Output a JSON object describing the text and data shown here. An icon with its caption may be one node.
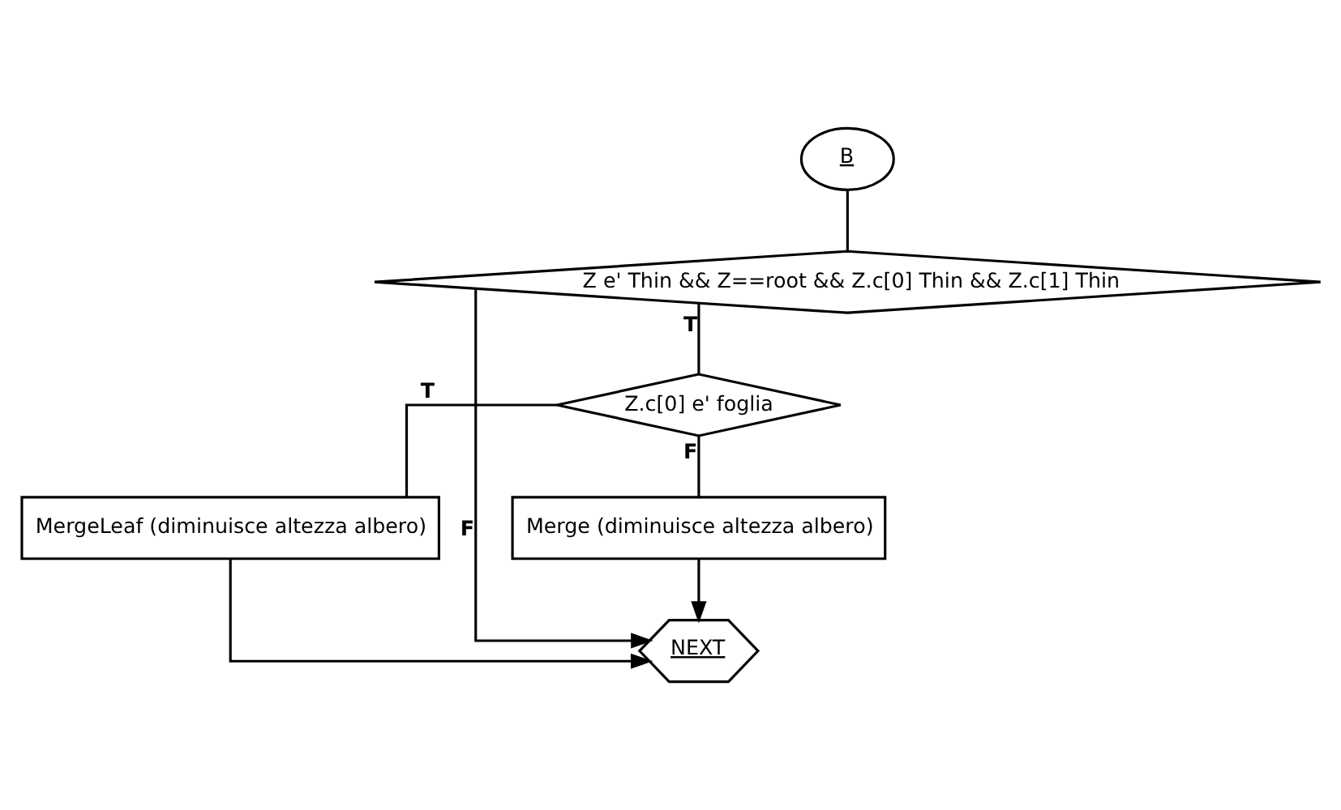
{
  "diagram": {
    "nodes": [
      {
        "text": [
          "B"
        ]
      },
      {
        "text": [
          "Z e' Thin && Z==root && Z.c[0] Thin && Z.c[1] Thin"
        ]
      },
      {
        "text": [
          "Z.c[0] e' foglia"
        ]
      },
      {
        "text": [
          "MergeLeaf (diminuisce altezza albero)"
        ]
      },
      {
        "text": [
          "Merge (diminuisce altezza albero)"
        ]
      },
      {
        "text": [
          "NEXT"
        ]
      }
    ],
    "edges": [
      {
        "from": 0,
        "to": 1,
        "arrow": "none"
      },
      {
        "from": 1,
        "to": 2,
        "arrow": "none",
        "label": "T"
      },
      {
        "from": 2,
        "to": 3,
        "arrow": "none",
        "label": "T"
      },
      {
        "from": 2,
        "to": 4,
        "arrow": "none",
        "label": "F"
      },
      {
        "from": 1,
        "to": 5,
        "arrow": "to",
        "label": "F"
      },
      {
        "from": 4,
        "to": 5,
        "arrow": "to"
      },
      {
        "from": 3,
        "to": 5,
        "arrow": "to"
      }
    ]
  }
}
